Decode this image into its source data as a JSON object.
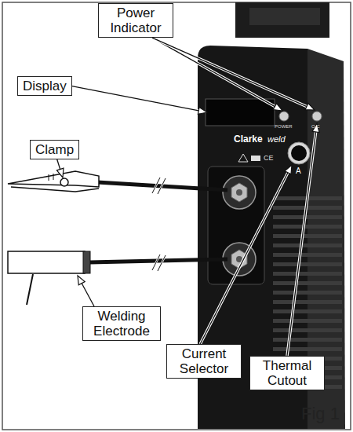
{
  "diagram": {
    "nodes": [
      {
        "text": [
          "Power Indicator"
        ]
      },
      {
        "text": [
          "Display"
        ]
      },
      {
        "text": [
          "Clamp"
        ]
      },
      {
        "text": [
          "Welding Electrode"
        ]
      },
      {
        "text": [
          "Current Selector"
        ]
      },
      {
        "text": [
          "Thermal Cutout"
        ]
      }
    ],
    "labels": [
      "Clarke",
      "weld",
      "POWER",
      "O.C",
      "A",
      "CE",
      "Fig 1"
    ]
  }
}
